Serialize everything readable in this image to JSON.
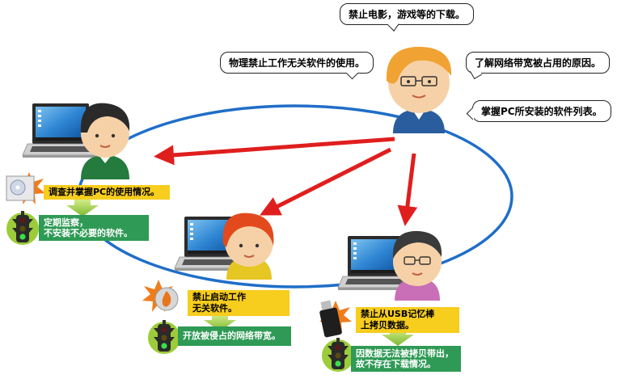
{
  "bubbles": {
    "top": "禁止电影，游戏等的下载。",
    "left": "物理禁止工作无关软件的使用。",
    "right": "了解网络带宽被占用的原因。",
    "bottom_right": "掌握PC所安装的软件列表。"
  },
  "nodes": [
    {
      "problem": "调查并掌握PC的使用情况。",
      "result": [
        "定期监察，",
        "不安装不必要的软件。"
      ]
    },
    {
      "problem": [
        "禁止启动工作",
        "无关软件。"
      ],
      "result": "开放被侵占的网络带宽。"
    },
    {
      "problem": [
        "禁止从USB记忆棒",
        "上拷贝数据。"
      ],
      "result": [
        "因数据无法被拷贝带出，",
        "故不存在下载情况。"
      ]
    }
  ],
  "icons": [
    "laptop-icon",
    "person-icon",
    "traffic-light-icon",
    "software-box-icon",
    "flame-disc-icon",
    "usb-stick-icon",
    "starburst-icon"
  ],
  "colors": {
    "ring": "#1f6ec8",
    "arrow": "#e01e1e",
    "problem": "#f7cd1e",
    "result": "#2e9a55",
    "arrow_down": "#9ccc3a"
  }
}
